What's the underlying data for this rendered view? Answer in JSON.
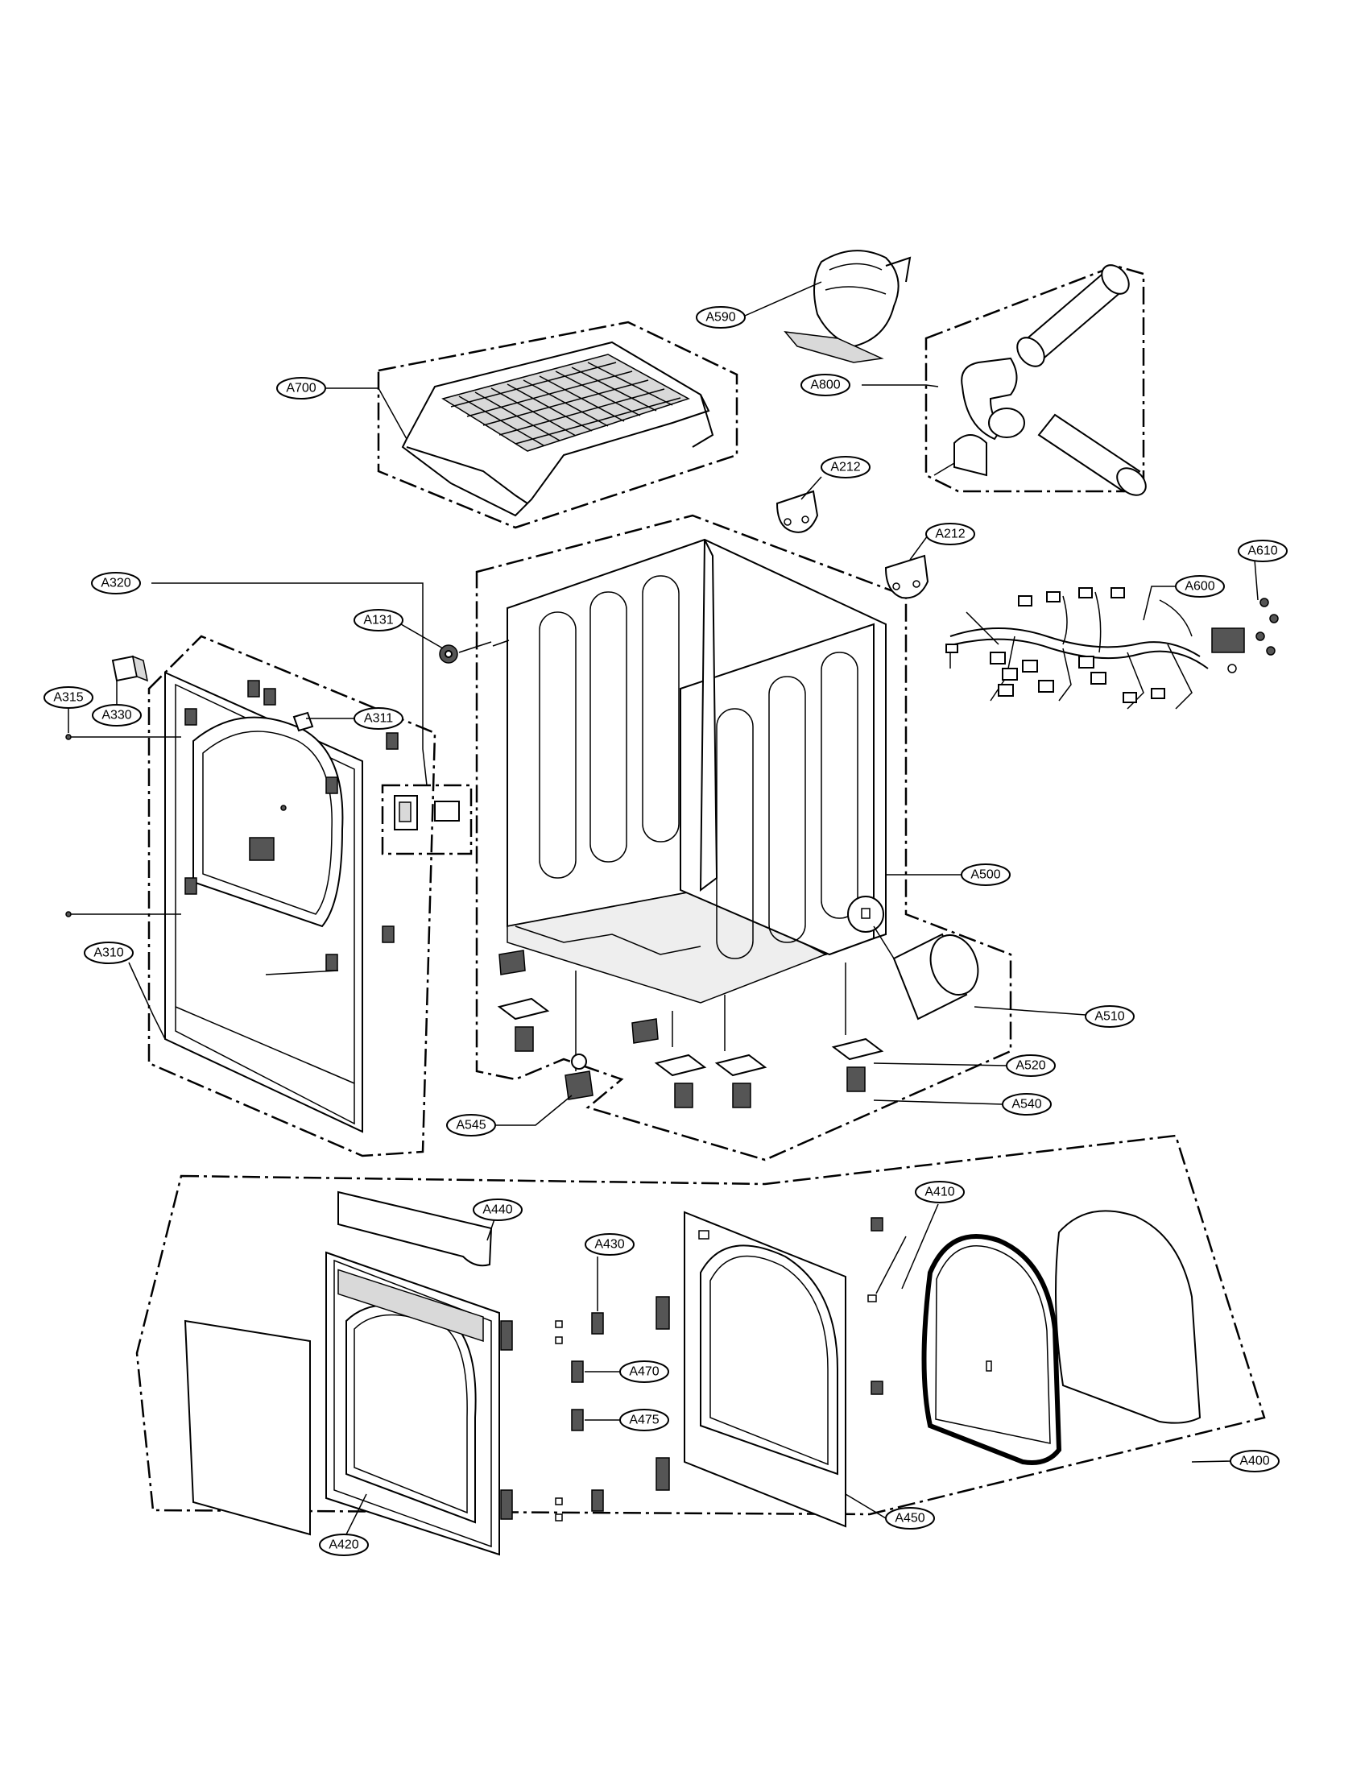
{
  "labels": {
    "a700": "A700",
    "a590": "A590",
    "a800": "A800",
    "a212_top": "A212",
    "a212_mid": "A212",
    "a610": "A610",
    "a600": "A600",
    "a320": "A320",
    "a131": "A131",
    "a315": "A315",
    "a330": "A330",
    "a311": "A311",
    "a500": "A500",
    "a310": "A310",
    "a510": "A510",
    "a520": "A520",
    "a540": "A540",
    "a545": "A545",
    "a440": "A440",
    "a410": "A410",
    "a430": "A430",
    "a470": "A470",
    "a475": "A475",
    "a400": "A400",
    "a450": "A450",
    "a420": "A420"
  }
}
